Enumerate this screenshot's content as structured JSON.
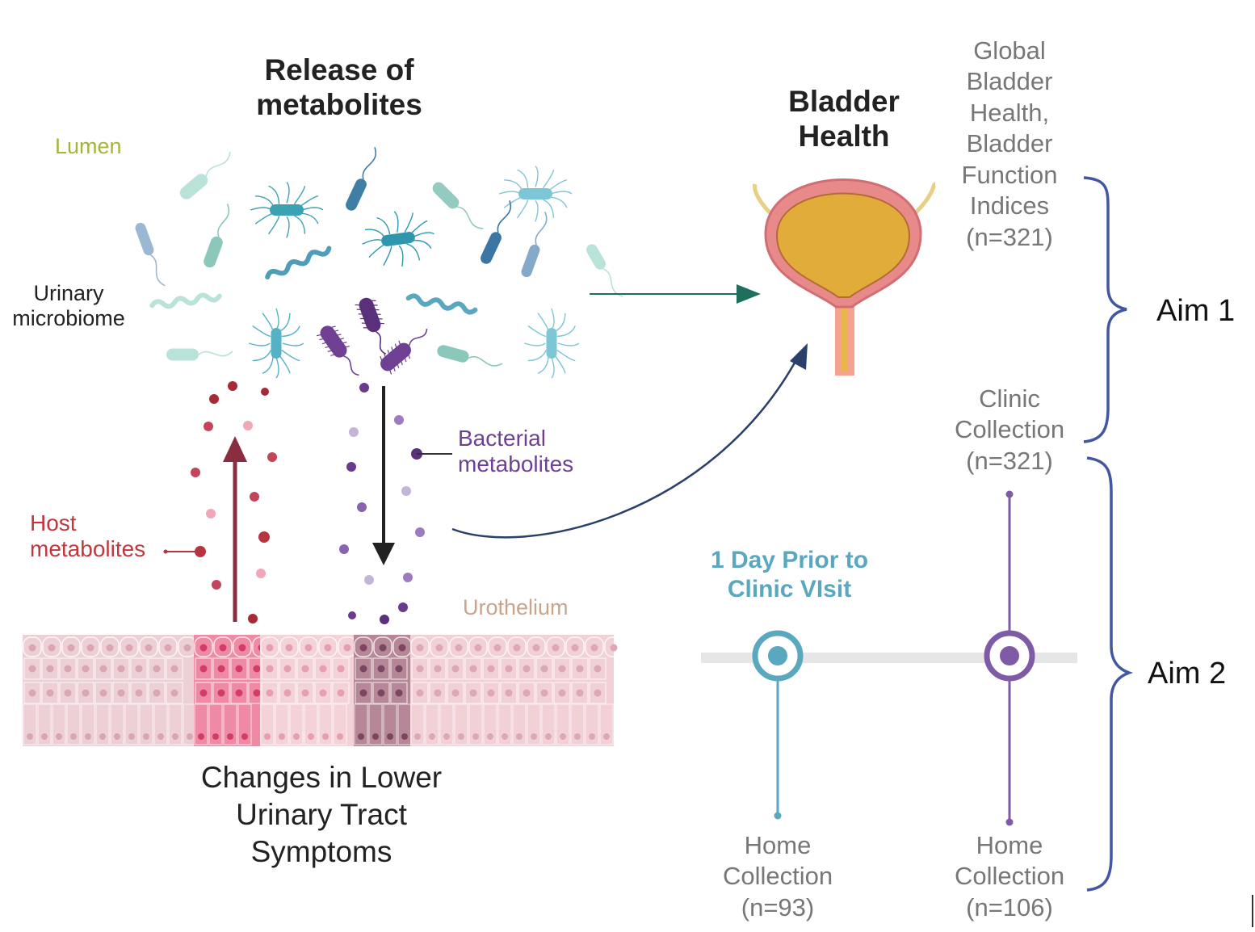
{
  "left": {
    "title": "Release of\nmetabolites",
    "lumen": "Lumen",
    "microbiome": "Urinary\nmicrobiome",
    "bacterial_metabolites": "Bacterial\nmetabolites",
    "host_metabolites": "Host\nmetabolites",
    "urothelium": "Urothelium",
    "changes": "Changes in Lower\nUrinary Tract\nSymptoms"
  },
  "right": {
    "bladder_health": "Bladder\nHealth",
    "indices": "Global\nBladder\nHealth,\nBladder\nFunction\nIndices\n(n=321)",
    "clinic_collection": "Clinic\nCollection\n(n=321)",
    "day_prior": "1 Day Prior to\nClinic VIsit",
    "home_collection_1": "Home\nCollection\n(n=93)",
    "home_collection_2": "Home\nCollection\n(n=106)",
    "aim1": "Aim 1",
    "aim2": "Aim 2"
  },
  "colors": {
    "lumen_text": "#a6b43a",
    "host_red": "#b7353e",
    "bacterial_purple": "#6e3f93",
    "urothelium_text": "#c8a48c",
    "teal_arrow": "#1f6f5e",
    "navy_arrow": "#2b3f6b",
    "timeline_teal": "#5aa7c0",
    "timeline_purple": "#7f5aa6",
    "brace_blue": "#4257a0",
    "bladder_fill": "#e2ac3b",
    "bladder_wall": "#e88a8a",
    "gray_text": "#777777"
  },
  "icons": [
    "bacteria-icon",
    "bladder-icon",
    "urothelium-cells-icon",
    "timeline-node-icon",
    "brace-icon"
  ]
}
